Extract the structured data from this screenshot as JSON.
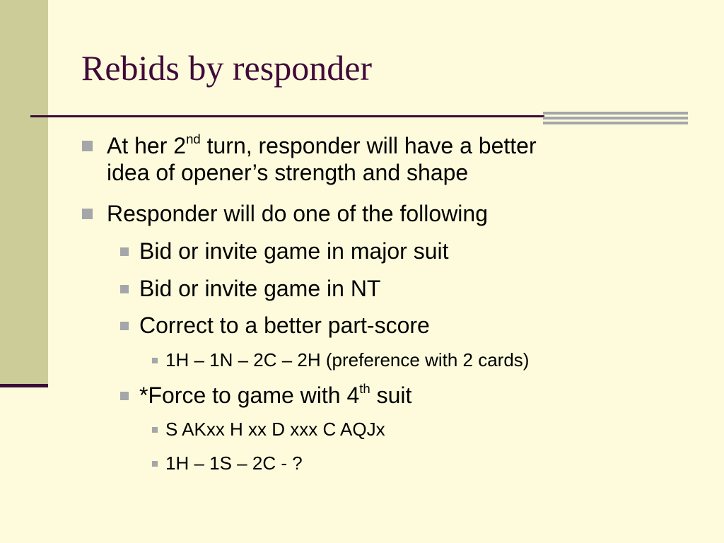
{
  "slide": {
    "title": "Rebids by responder",
    "bullets": [
      {
        "pre": "At her 2",
        "sup": "nd",
        "post": " turn, responder will have a better",
        "line2": "idea of opener’s strength and shape"
      },
      {
        "text": "Responder will do one of the following"
      },
      {
        "text": "Bid or invite game in major suit"
      },
      {
        "text": "Bid or invite game in NT"
      },
      {
        "text": "Correct to a better part-score"
      },
      {
        "text": "1H – 1N – 2C – 2H (preference with 2 cards)"
      },
      {
        "pre": "*Force to game with 4",
        "sup": "th",
        "post": " suit"
      },
      {
        "text": "S AKxx H xx D xxx C AQJx"
      },
      {
        "text": "1H – 1S – 2C - ?"
      }
    ]
  },
  "colors": {
    "background": "#fdfbdc",
    "left_band": "#cccc99",
    "title": "#3f0a39",
    "rule": "#3c0a37",
    "bullet": "#a5a6a9"
  }
}
